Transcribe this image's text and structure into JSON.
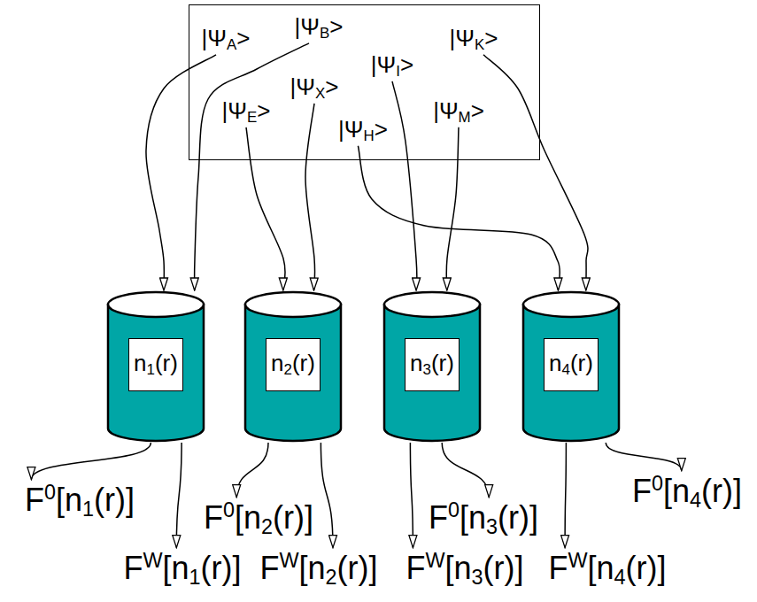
{
  "diagram": {
    "nodes": [
      {
        "text": []
      },
      {
        "text": [
          "|ΨA>"
        ],
        "in": 0
      },
      {
        "text": [
          "|ΨB>"
        ],
        "in": 0
      },
      {
        "text": [
          "|ΨE>"
        ],
        "in": 0
      },
      {
        "text": [
          "|ΨX>"
        ],
        "in": 0
      },
      {
        "text": [
          "|ΨI>"
        ],
        "in": 0
      },
      {
        "text": [
          "|ΨK>"
        ],
        "in": 0
      },
      {
        "text": [
          "|ΨH>"
        ],
        "in": 0
      },
      {
        "text": [
          "|ΨM>"
        ],
        "in": 0
      },
      {
        "text": [
          "n1(r)"
        ]
      },
      {
        "text": [
          "n2(r)"
        ]
      },
      {
        "text": [
          "n3(r)"
        ]
      },
      {
        "text": [
          "n4(r)"
        ]
      },
      {
        "text": [
          "F0[n1(r)]"
        ]
      },
      {
        "text": [
          "FW[n1(r)]"
        ]
      },
      {
        "text": [
          "F0[n2(r)]"
        ]
      },
      {
        "text": [
          "FW[n2(r)]"
        ]
      },
      {
        "text": [
          "F0[n3(r)]"
        ]
      },
      {
        "text": [
          "FW[n3(r)]"
        ]
      },
      {
        "text": [
          "F0[n4(r)]"
        ]
      },
      {
        "text": [
          "FW[n4(r)]"
        ]
      }
    ],
    "edges": [
      {
        "from": 1,
        "to": 9,
        "arrow": "to"
      },
      {
        "from": 2,
        "to": 9,
        "arrow": "to"
      },
      {
        "from": 3,
        "to": 10,
        "arrow": "to"
      },
      {
        "from": 4,
        "to": 10,
        "arrow": "to"
      },
      {
        "from": 5,
        "to": 11,
        "arrow": "to"
      },
      {
        "from": 8,
        "to": 11,
        "arrow": "to"
      },
      {
        "from": 7,
        "to": 12,
        "arrow": "to"
      },
      {
        "from": 6,
        "to": 12,
        "arrow": "to"
      },
      {
        "from": 9,
        "to": 13,
        "arrow": "to"
      },
      {
        "from": 9,
        "to": 14,
        "arrow": "to"
      },
      {
        "from": 10,
        "to": 15,
        "arrow": "to"
      },
      {
        "from": 10,
        "to": 16,
        "arrow": "to"
      },
      {
        "from": 11,
        "to": 17,
        "arrow": "to"
      },
      {
        "from": 11,
        "to": 18,
        "arrow": "to"
      },
      {
        "from": 12,
        "to": 19,
        "arrow": "to"
      },
      {
        "from": 12,
        "to": 20,
        "arrow": "to"
      }
    ]
  }
}
